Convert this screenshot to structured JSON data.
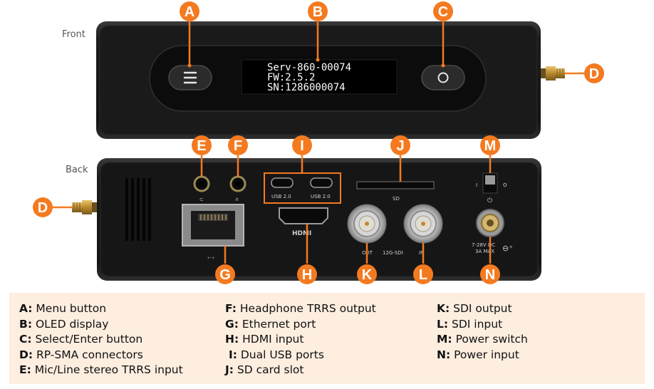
{
  "labels": {
    "front": "Front",
    "back": "Back"
  },
  "oled": {
    "line1": "Serv-860-00074",
    "line2": "FW:2.5.2",
    "line3": "SN:1286000074"
  },
  "port_tags": {
    "usb_left": "USB 2.0",
    "usb_right": "USB 2.0",
    "sd": "SD",
    "hdmi": "HDMI",
    "out": "OUT",
    "sdi": "12G-SDI",
    "in": "IN",
    "power_line1": "7-28V DC",
    "power_line2": "3A MAX",
    "switch_off": "I",
    "switch_on": "O"
  },
  "callouts": [
    "A",
    "B",
    "C",
    "D",
    "E",
    "F",
    "G",
    "H",
    "I",
    "J",
    "K",
    "L",
    "M",
    "N"
  ],
  "legend": [
    {
      "key": "A:",
      "text": "Menu button"
    },
    {
      "key": "B:",
      "text": "OLED display"
    },
    {
      "key": "C:",
      "text": "Select/Enter button"
    },
    {
      "key": "D:",
      "text": "RP-SMA connectors"
    },
    {
      "key": "E:",
      "text": "Mic/Line stereo TRRS input"
    },
    {
      "key": "F:",
      "text": "Headphone TRRS output"
    },
    {
      "key": "G:",
      "text": "Ethernet port"
    },
    {
      "key": "H:",
      "text": "HDMI input"
    },
    {
      "key": "I:",
      "text": "Dual USB ports"
    },
    {
      "key": "J:",
      "text": "SD card slot"
    },
    {
      "key": "K:",
      "text": "SDI output"
    },
    {
      "key": "L:",
      "text": "SDI input"
    },
    {
      "key": "M:",
      "text": "Power switch"
    },
    {
      "key": "N:",
      "text": "Power input"
    }
  ],
  "colors": {
    "accent": "#f47a20",
    "legend_bg": "#fdeee0",
    "device_body": "#1e1e1e"
  }
}
